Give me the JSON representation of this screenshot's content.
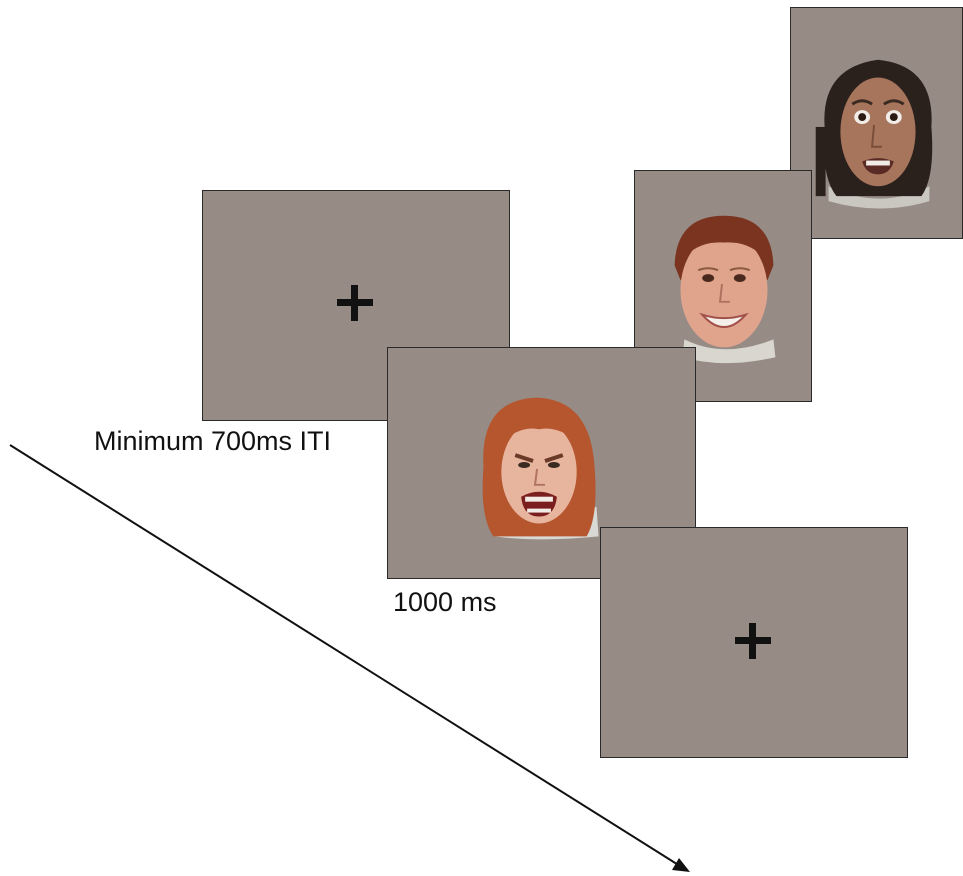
{
  "trial_sequence": {
    "captions": {
      "iti": "Minimum 700ms ITI",
      "face_duration": "1000 ms"
    },
    "screens": [
      {
        "id": "fixation-1",
        "content": "fixation-cross"
      },
      {
        "id": "face-angry",
        "content": "angry-face"
      },
      {
        "id": "fixation-2",
        "content": "fixation-cross"
      },
      {
        "id": "face-happy",
        "content": "happy-face"
      },
      {
        "id": "face-fearful",
        "content": "fearful-face"
      }
    ],
    "colors": {
      "screen_background": "#978b85",
      "border": "#2a2a2a",
      "fixation": "#111111",
      "arrow": "#111111"
    }
  }
}
